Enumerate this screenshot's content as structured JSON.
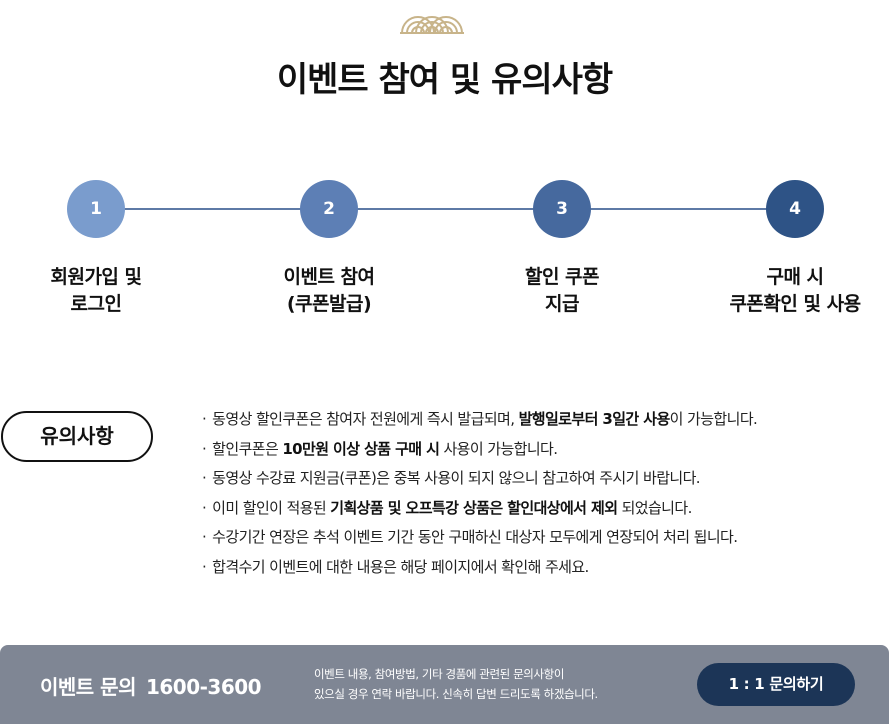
{
  "header": {
    "title": "이벤트 참여 및 유의사항"
  },
  "steps": [
    {
      "number": "1",
      "label_line1": "회원가입 및",
      "label_line2": "로그인"
    },
    {
      "number": "2",
      "label_line1": "이벤트 참여",
      "label_line2": "(쿠폰발급)"
    },
    {
      "number": "3",
      "label_line1": "할인 쿠폰",
      "label_line2": "지급"
    },
    {
      "number": "4",
      "label_line1": "구매 시",
      "label_line2": "쿠폰확인 및 사용"
    }
  ],
  "notice": {
    "badge": "유의사항",
    "bullet": "·",
    "items": [
      {
        "parts": [
          "동영상 할인쿠폰은 참여자 전원에게 즉시 발급되며, ",
          "발행일로부터 3일간 사용",
          "이 가능합니다."
        ]
      },
      {
        "parts": [
          "할인쿠폰은 ",
          "10만원 이상 상품 구매 시",
          " 사용이 가능합니다."
        ]
      },
      {
        "text": "동영상 수강료 지원금(쿠폰)은 중복 사용이 되지 않으니 참고하여 주시기 바랍니다."
      },
      {
        "parts": [
          "이미 할인이 적용된 ",
          "기획상품 및 오프특강 상품은 할인대상에서 제외",
          " 되었습니다."
        ]
      },
      {
        "text": "수강기간 연장은 추석 이벤트 기간 동안 구매하신 대상자 모두에게 연장되어 처리 됩니다."
      },
      {
        "text": "합격수기 이벤트에 대한 내용은 해당 페이지에서 확인해 주세요."
      }
    ]
  },
  "footer": {
    "title": "이벤트 문의",
    "phone": "1600-3600",
    "desc_line1": "이벤트 내용, 참여방법, 기타 경품에 관련된 문의사항이",
    "desc_line2": "있으실 경우 연락 바랍니다. 신속히 답변 드리도록 하겠습니다.",
    "button_label": "1 : 1 문의하기"
  },
  "colors": {
    "step1": "#7a9ccd",
    "step2": "#5d7fb5",
    "step3": "#46699e",
    "step4": "#2e5386",
    "footer_bg": "#7f8694",
    "button_bg": "#1c3557"
  },
  "icons": {
    "logo": "wave-arcs-icon"
  }
}
